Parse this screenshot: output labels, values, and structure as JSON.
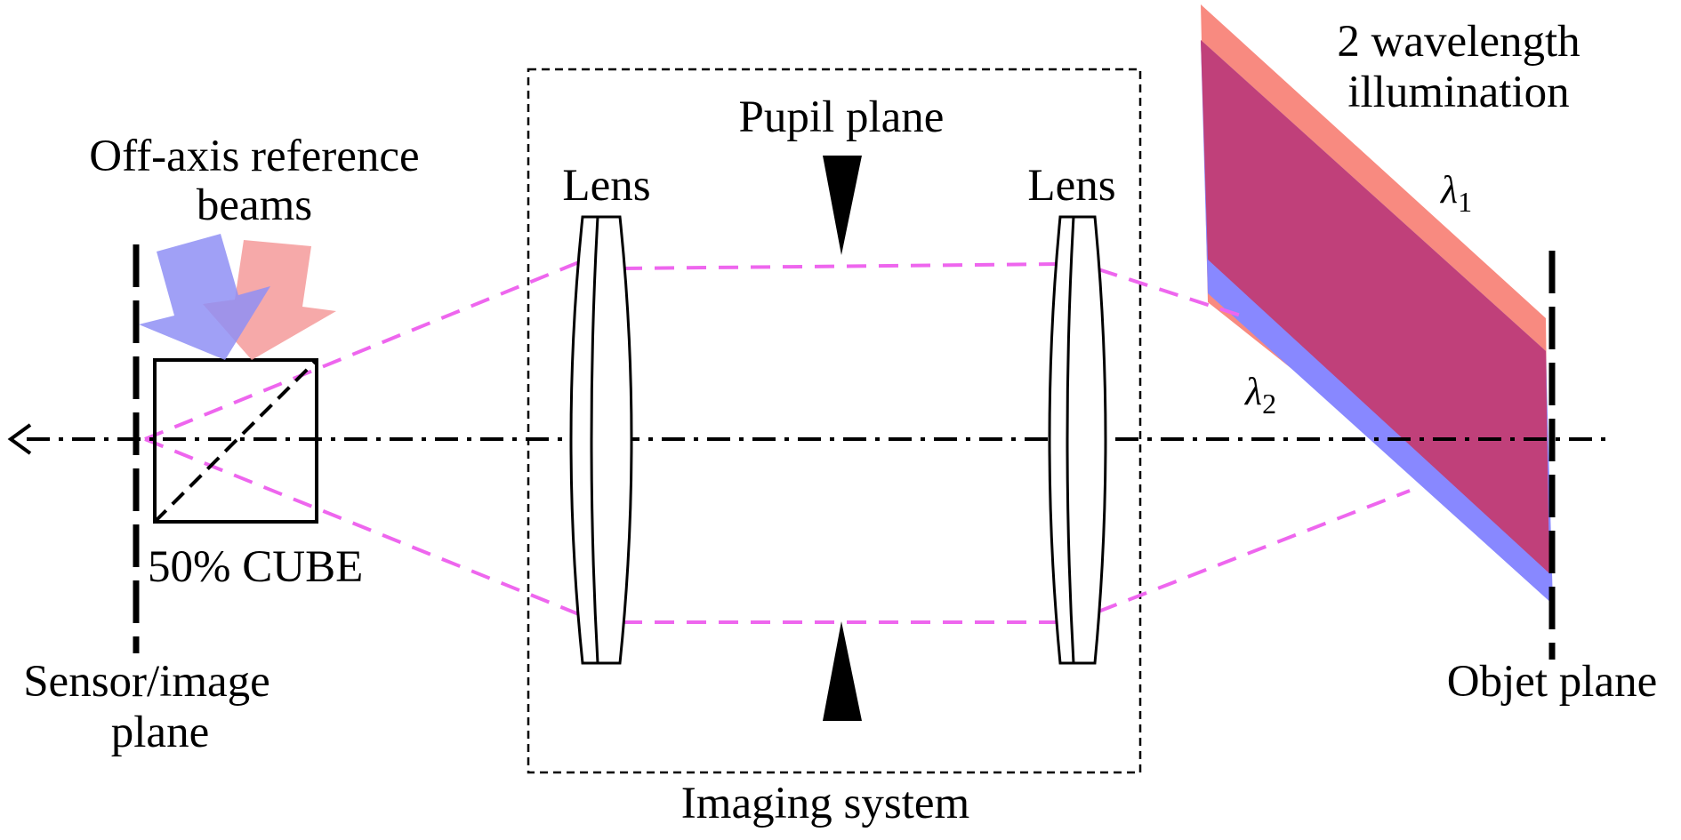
{
  "colors": {
    "ray": "#ee66ee",
    "red_beam": "#f59a9a",
    "blue_beam": "#8f8ff5",
    "illum_red": "#f88a80",
    "illum_blue": "#8888ff",
    "illum_overlap": "#c0407a",
    "lambda1": "#e02020",
    "lambda2": "#1a1ad0"
  },
  "labels": {
    "off_axis_line1": "Off-axis reference",
    "off_axis_line2": "beams",
    "pupil_plane": "Pupil plane",
    "lens_left": "Lens",
    "lens_right": "Lens",
    "illum_line1": "2 wavelength",
    "illum_line2": "illumination",
    "lambda1_symbol": "λ",
    "lambda1_sub": "1",
    "lambda2_symbol": "λ",
    "lambda2_sub": "2",
    "cube": "50% CUBE",
    "sensor_line1": "Sensor/image",
    "sensor_line2": "plane",
    "imaging_system": "Imaging system",
    "object_plane": "Objet plane"
  },
  "icons": {
    "optical_axis_arrow": "left-arrow-icon",
    "pupil_stops": "triangle-icon",
    "reference_beams": "block-arrow-icon"
  }
}
